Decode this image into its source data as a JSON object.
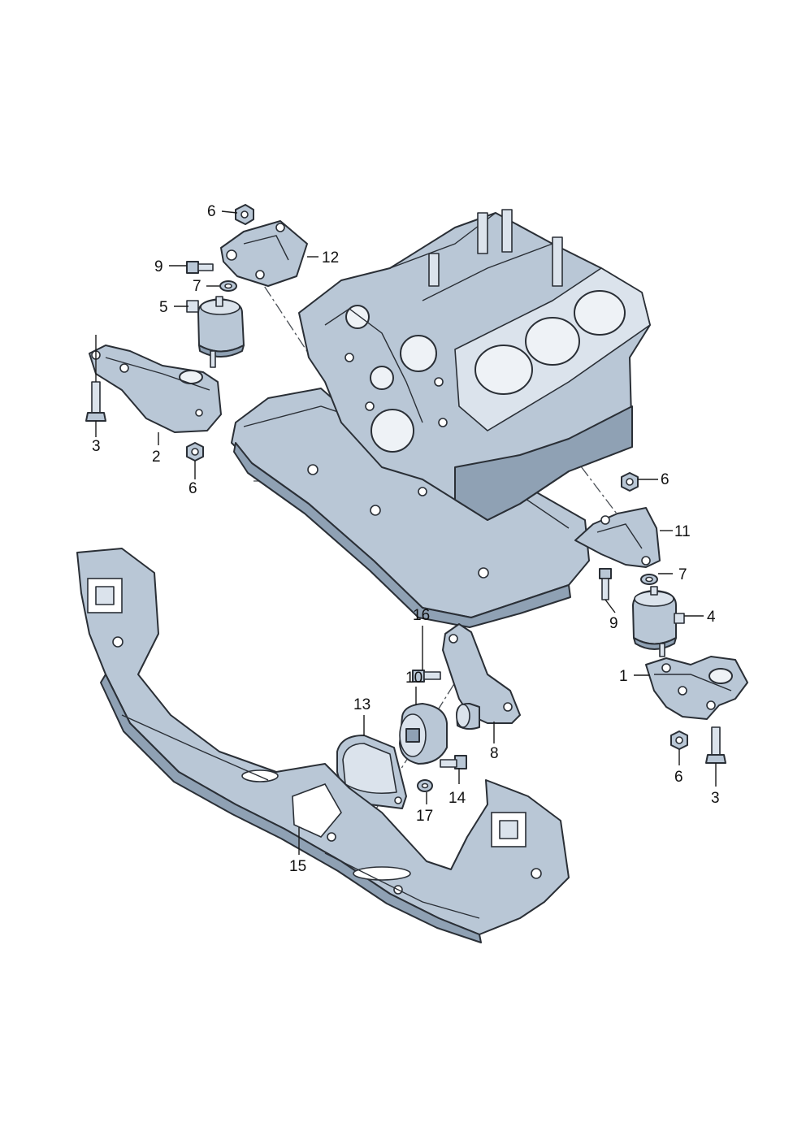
{
  "callouts": {
    "c1": "1",
    "c2": "2",
    "c3a": "3",
    "c3b": "3",
    "c4": "4",
    "c5": "5",
    "c6a": "6",
    "c6b": "6",
    "c6c": "6",
    "c6d": "6",
    "c7a": "7",
    "c7b": "7",
    "c8": "8",
    "c9a": "9",
    "c9b": "9",
    "c10": "10",
    "c11": "11",
    "c12": "12",
    "c13": "13",
    "c14": "14",
    "c15": "15",
    "c16": "16",
    "c17": "17"
  },
  "colors": {
    "part_fill": "#b9c7d6",
    "part_shadow": "#8fa1b4",
    "outline": "#2a2f36"
  }
}
